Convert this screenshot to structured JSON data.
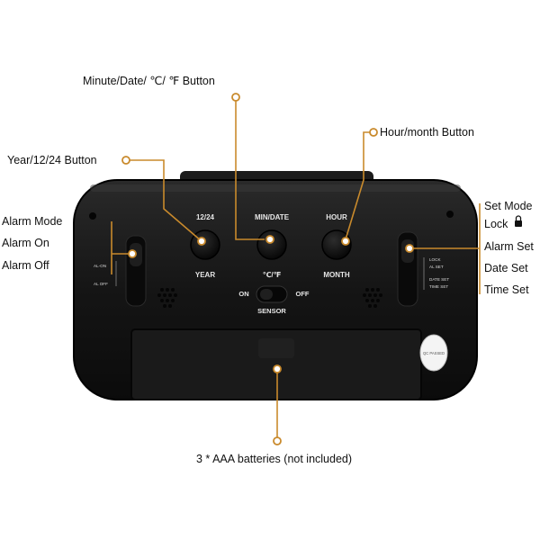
{
  "labels": {
    "minute_date_button": "Minute/Date/ ℃/ ℉ Button",
    "hour_month_button": "Hour/month Button",
    "year_button": "Year/12/24 Button",
    "alarm_mode": "Alarm Mode",
    "alarm_on": "Alarm On",
    "alarm_off": "Alarm Off",
    "set_mode": "Set Mode",
    "lock": "Lock",
    "alarm_set": "Alarm Set",
    "date_set": "Date Set",
    "time_set": "Time Set",
    "batteries": "3 * AAA batteries (not included)"
  },
  "device": {
    "btn_12_24": "12/24",
    "btn_min_date": "MIN/DATE",
    "btn_hour": "HOUR",
    "btn_year": "YEAR",
    "btn_cf": "℃/℉",
    "btn_month": "MONTH",
    "sensor_on": "ON",
    "sensor_off": "OFF",
    "sensor": "SENSOR",
    "sw_al_on": "AL-ON",
    "sw_al_off": "AL OFF",
    "sw_lock": "LOCK",
    "sw_al_set": "AL SET",
    "sw_date_set": "DATE SET",
    "sw_time_set": "TIME SET",
    "sticker": "QC PASSED"
  },
  "colors": {
    "callout": "#c98a2c",
    "device_body": "#141414"
  },
  "icons": [
    "lock-icon"
  ]
}
